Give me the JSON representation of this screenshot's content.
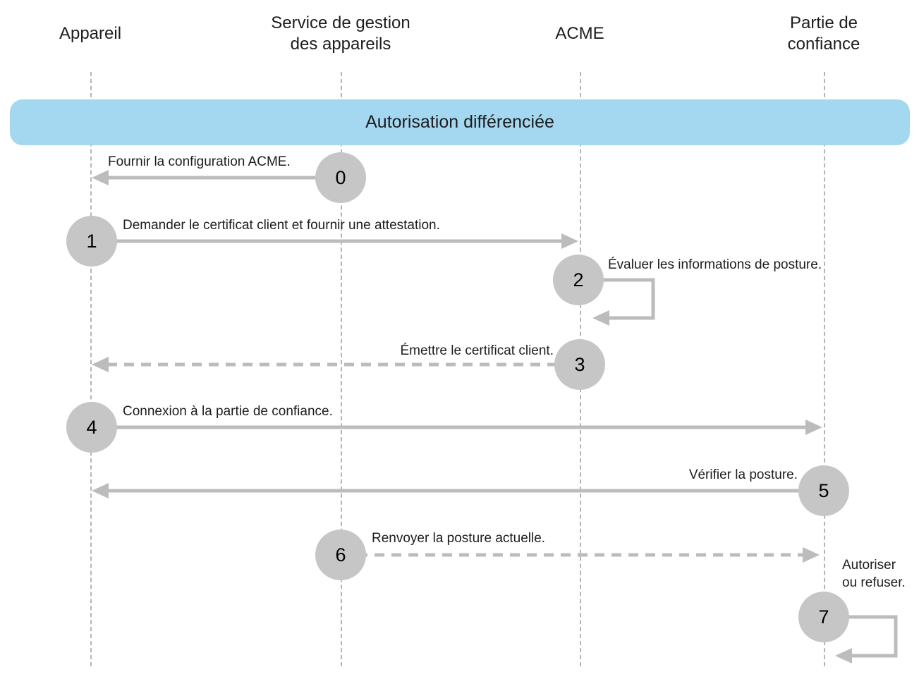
{
  "diagram": {
    "title": "Autorisation différenciée",
    "actors": [
      {
        "id": "appareil",
        "label": "Appareil"
      },
      {
        "id": "service-gestion-appareils",
        "label": "Service de gestion\ndes appareils"
      },
      {
        "id": "acme",
        "label": "ACME"
      },
      {
        "id": "partie-de-confiance",
        "label": "Partie de\nconfiance"
      }
    ],
    "steps": [
      {
        "num": "0",
        "label": "Fournir la configuration ACME."
      },
      {
        "num": "1",
        "label": "Demander le certificat client et fournir une attestation."
      },
      {
        "num": "2",
        "label": "Évaluer les informations de posture."
      },
      {
        "num": "3",
        "label": "Émettre le certificat client."
      },
      {
        "num": "4",
        "label": "Connexion à la partie de confiance."
      },
      {
        "num": "5",
        "label": "Vérifier la posture."
      },
      {
        "num": "6",
        "label": "Renvoyer la posture actuelle."
      },
      {
        "num": "7",
        "label": "Autoriser\nou refuser."
      }
    ],
    "colors": {
      "banner": "#a4d8f1",
      "arrow": "#bcbcbc",
      "circle": "#c6c6c6",
      "lifeline": "#b5b5b5"
    }
  }
}
